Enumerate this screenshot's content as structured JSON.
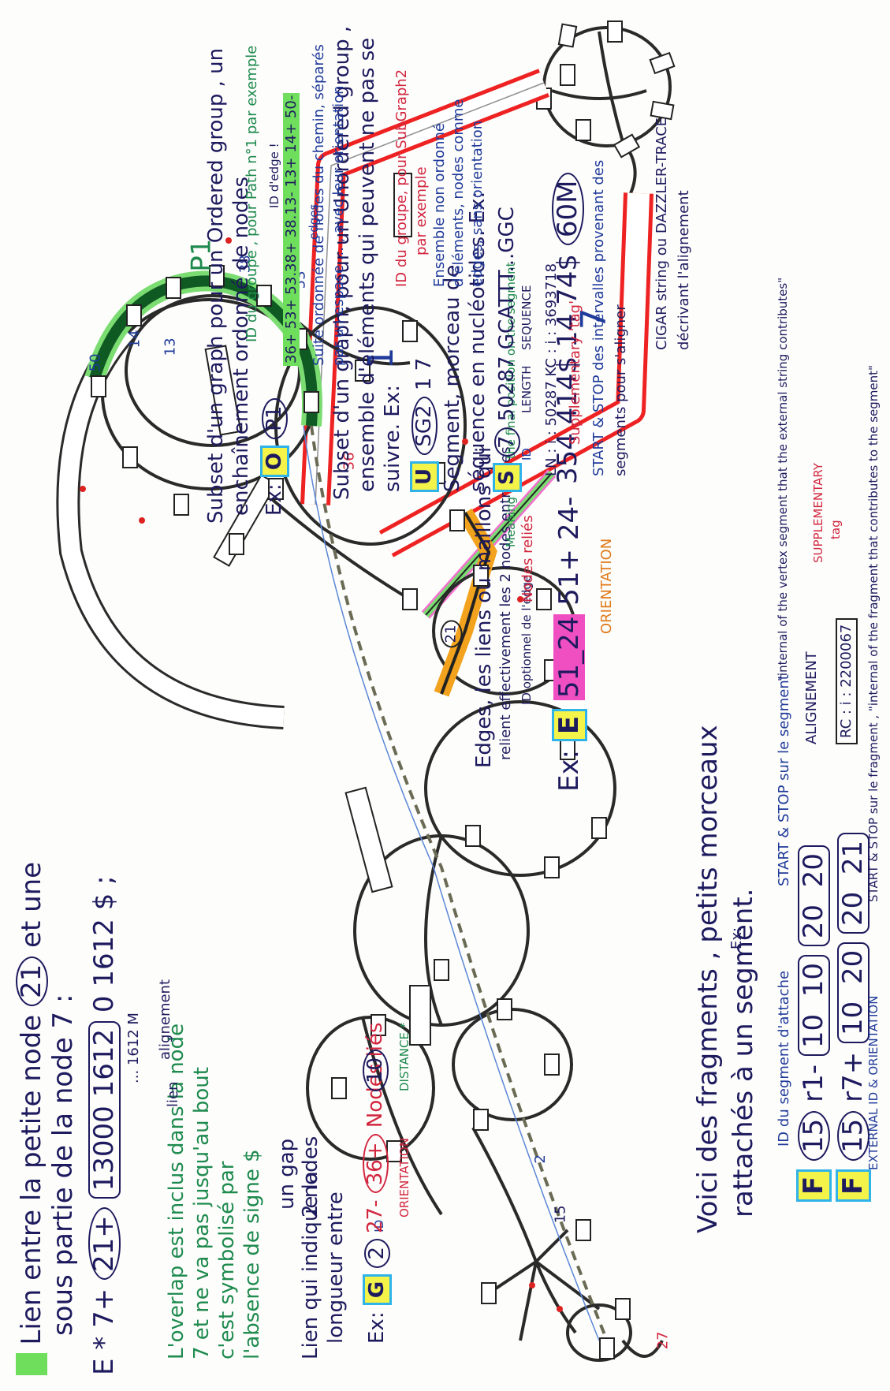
{
  "link_legend": {
    "line1": "Lien entre la petite node",
    "node_a": "21",
    "line1_end": "et une",
    "line2": "sous partie de la node 7 :",
    "example_prefix": "E  *  7+",
    "example_node": "21+",
    "example_overlap": "13000  1612",
    "example_rest": "0  1612 $ ;",
    "example_cigar": "... 1612 M",
    "overlap_note_1": "L'overlap est inclus dans la node",
    "overlap_note_2": "7 et ne va pas jusqu'au bout",
    "overlap_note_3": "c'est symbolisé par",
    "overlap_note_4": "l'absence de signe $",
    "lien_label": "lien",
    "alignment_note": "alignement"
  },
  "gap_legend": {
    "line1": "Lien qui indique la",
    "line2": "longueur entre",
    "line3": "2 nodes",
    "line4": "un gap",
    "ex": "Ex:",
    "letter": "G",
    "id_circle": "2",
    "id_label": "ID",
    "orientation_label": "ORIENTATION",
    "dist_circle": "10",
    "dist_label": "DISTANCE *",
    "node_a": "36+",
    "node_b": "27-",
    "nodes_lies": "Nodes liés"
  },
  "fragment_legend": {
    "line1": "Voici des fragments , petits morceaux",
    "line2": "rattachés à un segment.",
    "ex": "Ex:",
    "letter": "F",
    "row1": [
      "15",
      "r1-",
      "10",
      "10",
      "20",
      "20"
    ],
    "row2": [
      "15",
      "r7+",
      "10",
      "20",
      "20",
      "21"
    ],
    "id_label": "ID du segment d'attache",
    "start_stop": "START & STOP sur le segment",
    "start_stop_2": "\"internal of the vertex segment that the external string contributes\"",
    "alignment": "ALIGNEMENT",
    "rc": "RC : i : 2200067",
    "supplementary": "SUPPLEMENTARY",
    "tag": "tag",
    "external": "EXTERNAL ID & ORIENTATION",
    "start_stop_frag": "START & STOP sur le fragment , \"internal of the fragment that contributes to the segment\""
  },
  "edge_legend": {
    "line1": "Edges, les liens ou maillons qui",
    "line2": "relient effectivement les 2 nodes entre elles",
    "id_opt": "ID optionnel de l'edge",
    "ex": "Ex:",
    "letter": "E",
    "edge_id": "51_24",
    "node_a": "51+",
    "node_b": "24-",
    "orientation": "ORIENTATION",
    "nodes_lies": "Nodes reliés",
    "meaning": "Meaning of $ : the final position on the segment",
    "coords": [
      "354",
      "414$",
      "14",
      "74$"
    ],
    "cigar": "60M",
    "start_stop": "START & STOP des intervalles provenant des",
    "start_stop_2": "segments pour s'aligner",
    "cigar_note": "CIGAR string ou DAZZLER-TRACE",
    "cigar_note_2": "décrivant l'alignement"
  },
  "segment_legend": {
    "line1": "Segment, morceau de",
    "line2": "séquence en nucléotides. Ex:",
    "letter": "S",
    "id": "7",
    "id_label": "ID",
    "length_label": "LENGTH",
    "length": "50287",
    "sequence_label": "SEQUENCE",
    "sequence": "GCATTT...GGC",
    "tags": "LN : i : 50287   KC : i : 3693718",
    "supp": "Supplementary 'tag'"
  },
  "unordered_legend": {
    "line1": "Subset d'un graph, pour un Unordered group ,",
    "line2": "ensemble d'éléments qui peuvent ne pas se",
    "line3": "suivre. Ex:",
    "letter": "U",
    "id": "SG2",
    "members": "1 7",
    "id_note": "ID du groupe, pour SubGraph2",
    "id_note_2": "par exemple",
    "set_note": "Ensemble non ordonné",
    "set_note_2": "d'éléments, nodes comme",
    "set_note_3": "edges, sans orientation"
  },
  "ordered_legend": {
    "line1": "Subset d'un graph pour un Ordered group , un",
    "line2": "enchaînement ordonné de nodes",
    "ex": "Ex:",
    "letter": "O",
    "id": "P1",
    "id_note": "ID du groupe , pour Path n°1 par exemple",
    "edge_id_note": "ID d'edge !",
    "path": "36+  53+  53.38+  38.13-  13+  14+  50-",
    "path_note": "Suite ordonnée de nodes du chemin, séparés",
    "path_note_2": "par un espace ... , avec leur orientation",
    "edges_label": "edges"
  },
  "graph_labels": {
    "path_name": "P1",
    "seg_1": "1",
    "seg_7": "7",
    "node_21": "21",
    "node_36": "36",
    "node_38": "38",
    "node_13": "13",
    "node_14": "14",
    "node_50": "50",
    "node_53": "53",
    "node_15": "15",
    "node_27": "27",
    "gap_2": "2"
  }
}
